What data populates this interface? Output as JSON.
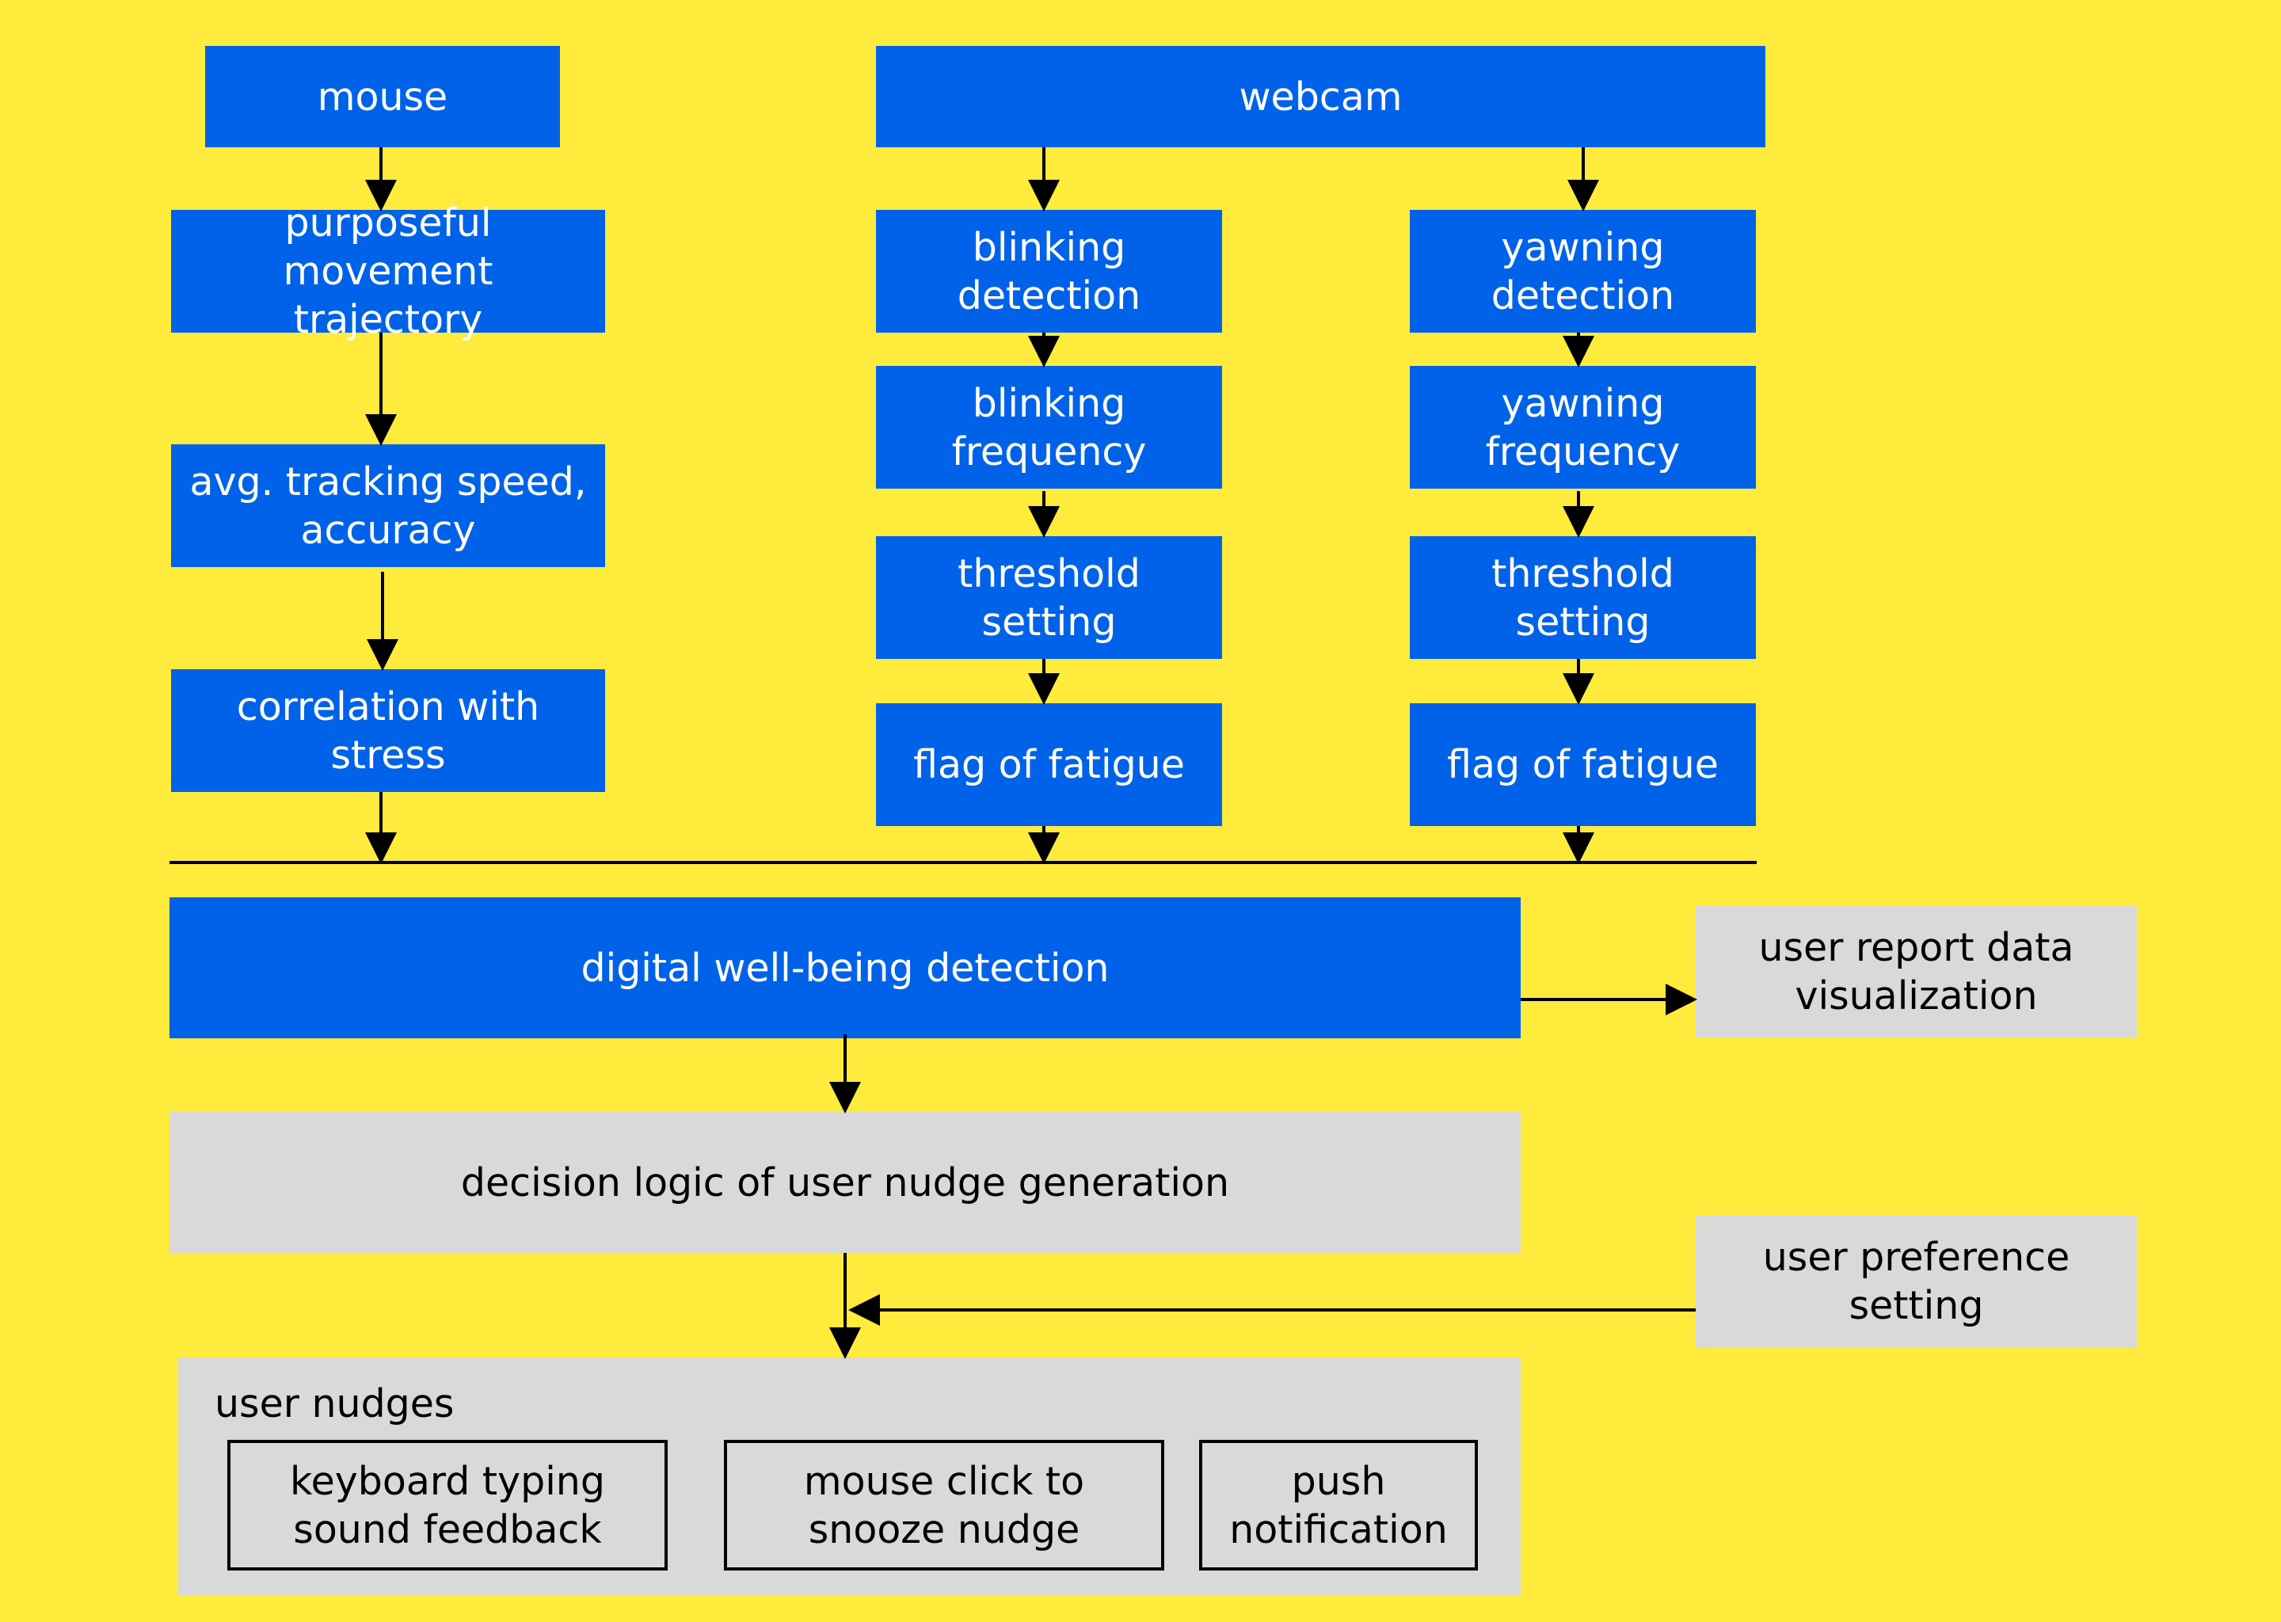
{
  "colors": {
    "background": "#FFEB3B",
    "process_blue": "#0062E8",
    "module_grey": "#D9D9D9",
    "line": "#000000"
  },
  "nodes": {
    "mouse": "mouse",
    "webcam": "webcam",
    "purposeful_movement": "purposeful movement\ntrajectory",
    "avg_tracking": "avg. tracking speed,\naccuracy",
    "correlation_stress": "correlation with\nstress",
    "blinking_detection": "blinking\ndetection",
    "blinking_frequency": "blinking\nfrequency",
    "blinking_threshold": "threshold\nsetting",
    "blinking_flag": "flag of fatigue",
    "yawning_detection": "yawning\ndetection",
    "yawning_frequency": "yawning\nfrequency",
    "yawning_threshold": "threshold\nsetting",
    "yawning_flag": "flag of fatigue",
    "wellbeing_detection": "digital well-being detection",
    "user_report": "user report data\nvisualization",
    "decision_logic": "decision logic of user nudge generation",
    "user_preference": "user preference\nsetting"
  },
  "user_nudges": {
    "label": "user nudges",
    "items": [
      "keyboard typing\nsound feedback",
      "mouse click to\nsnooze nudge",
      "push\nnotification"
    ]
  }
}
